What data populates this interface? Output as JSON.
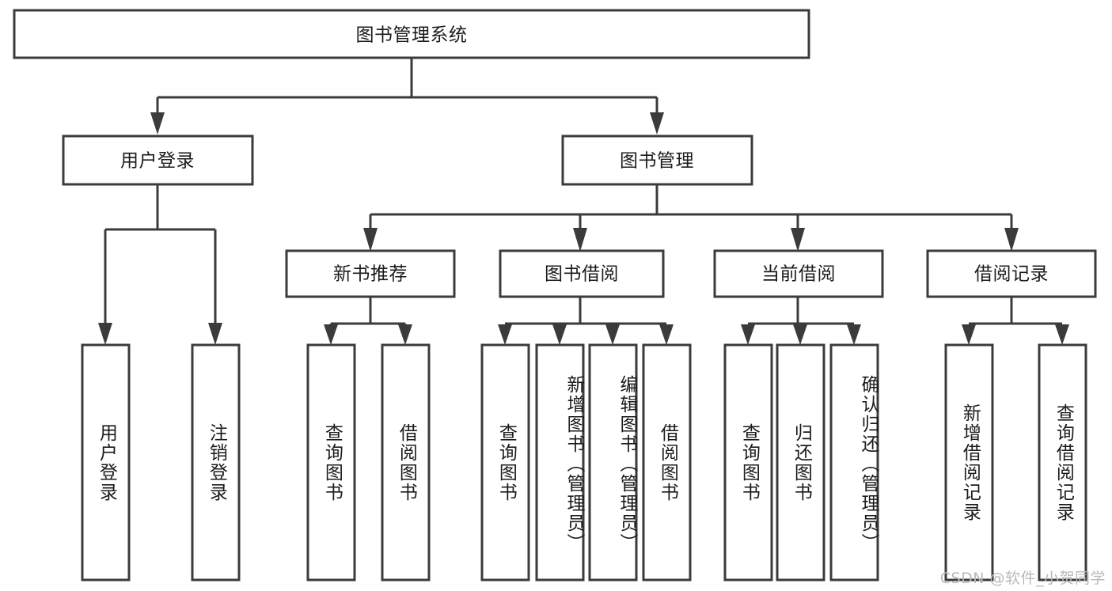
{
  "diagram": {
    "type": "tree-hierarchy",
    "title": "图书管理系统",
    "watermark": "CSDN @软件_小贺同学",
    "colors": {
      "stroke": "#3b3b3b",
      "box_fill": "#ffffff",
      "text": "#1b1b1b",
      "background": "#ffffff",
      "watermark": "#b9b9b9"
    },
    "levels": {
      "root": {
        "label": "图书管理系统",
        "orientation": "horizontal"
      },
      "level2": [
        {
          "label": "用户登录",
          "orientation": "horizontal"
        },
        {
          "label": "图书管理",
          "orientation": "horizontal"
        }
      ],
      "level3": [
        {
          "label": "新书推荐",
          "orientation": "horizontal"
        },
        {
          "label": "图书借阅",
          "orientation": "horizontal"
        },
        {
          "label": "当前借阅",
          "orientation": "horizontal"
        },
        {
          "label": "借阅记录",
          "orientation": "horizontal"
        }
      ],
      "leaves": [
        {
          "label": "用户登录",
          "parent": "用户登录",
          "orientation": "vertical"
        },
        {
          "label": "注销登录",
          "parent": "用户登录",
          "orientation": "vertical"
        },
        {
          "label": "查询图书",
          "parent": "新书推荐",
          "orientation": "vertical"
        },
        {
          "label": "借阅图书",
          "parent": "新书推荐",
          "orientation": "vertical"
        },
        {
          "label": "查询图书",
          "parent": "图书借阅",
          "orientation": "vertical"
        },
        {
          "label": "新增图书（管理员）",
          "parent": "图书借阅",
          "orientation": "vertical"
        },
        {
          "label": "编辑图书（管理员）",
          "parent": "图书借阅",
          "orientation": "vertical"
        },
        {
          "label": "借阅图书",
          "parent": "图书借阅",
          "orientation": "vertical"
        },
        {
          "label": "查询图书",
          "parent": "当前借阅",
          "orientation": "vertical"
        },
        {
          "label": "归还图书",
          "parent": "当前借阅",
          "orientation": "vertical"
        },
        {
          "label": "确认归还（管理员）",
          "parent": "当前借阅",
          "orientation": "vertical"
        },
        {
          "label": "新增借阅记录",
          "parent": "借阅记录",
          "orientation": "vertical"
        },
        {
          "label": "查询借阅记录",
          "parent": "借阅记录",
          "orientation": "vertical"
        }
      ]
    }
  }
}
